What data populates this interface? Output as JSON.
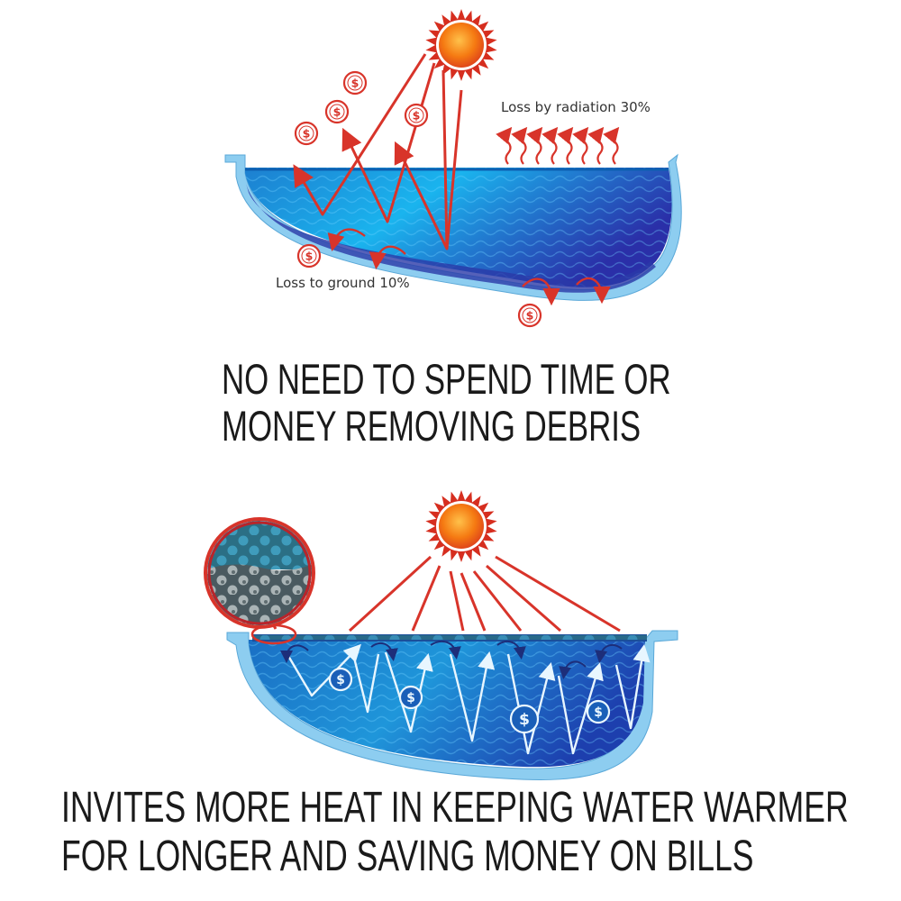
{
  "top_panel": {
    "radiation_label": "Loss by radiation 30%",
    "ground_label": "Loss to ground 10%",
    "headline_lines": [
      "NO NEED TO SPEND TIME OR",
      "MONEY REMOVING DEBRIS"
    ]
  },
  "bottom_panel": {
    "headline_lines": [
      "INVITES MORE HEAT IN KEEPING WATER WARMER",
      "FOR LONGER AND SAVING MONEY ON BILLS"
    ]
  },
  "icons": {
    "sun": "sun-icon",
    "coin": "dollar-coin-icon",
    "heat": "heat-wave-icon",
    "magnifier": "magnifier-icon"
  },
  "colors": {
    "sun_rays": "#d62e1f",
    "sun_core": "#f57a12",
    "ray": "#d8342a",
    "pool_water": "#1d9be0",
    "pool_deep": "#2a2fa8",
    "pool_rim": "#8dcdf0",
    "text": "#1a1a1a"
  }
}
